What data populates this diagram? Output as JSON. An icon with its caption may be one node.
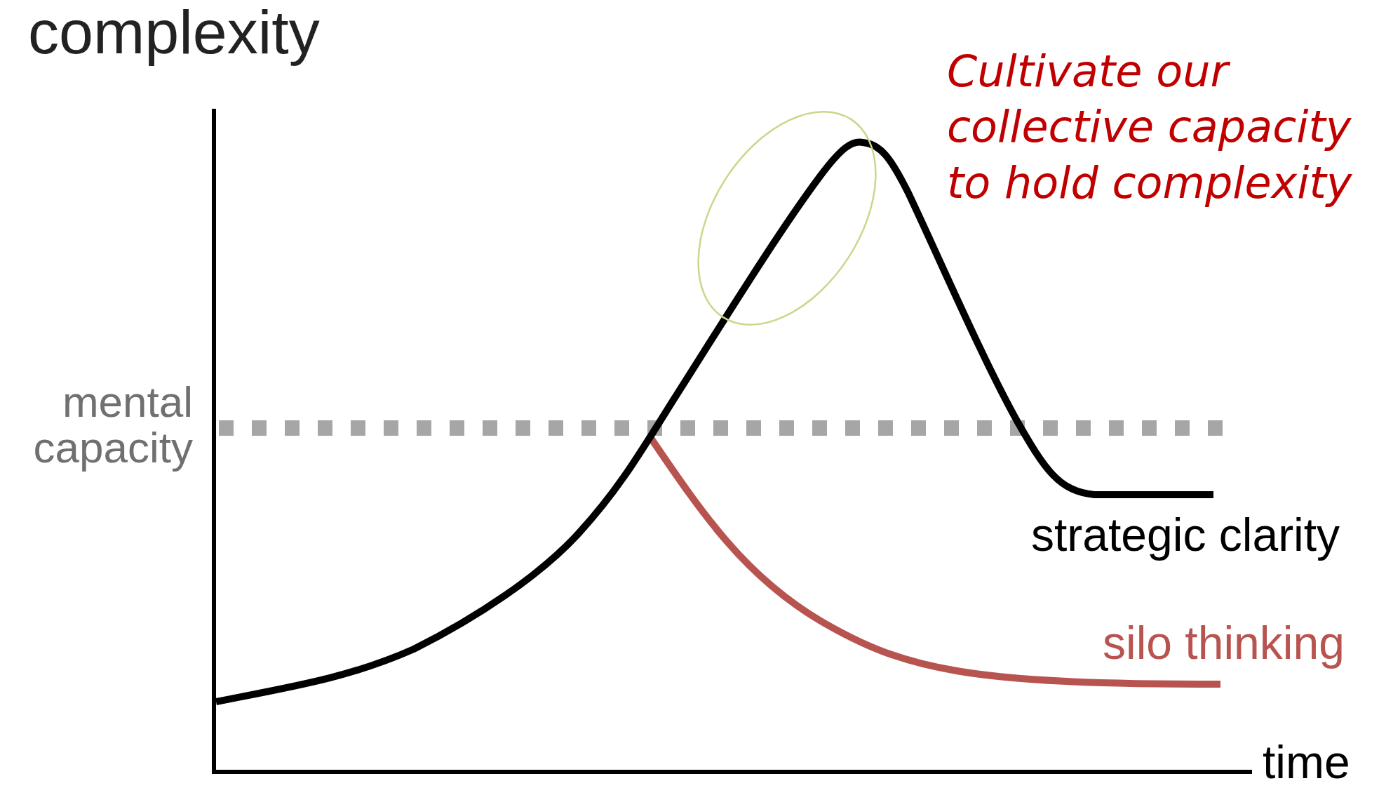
{
  "diagram": {
    "labels": [
      "complexity",
      "Cultivate our collective capacity to hold complexity",
      "mental capacity",
      "strategic clarity",
      "silo thinking",
      "time"
    ]
  }
}
